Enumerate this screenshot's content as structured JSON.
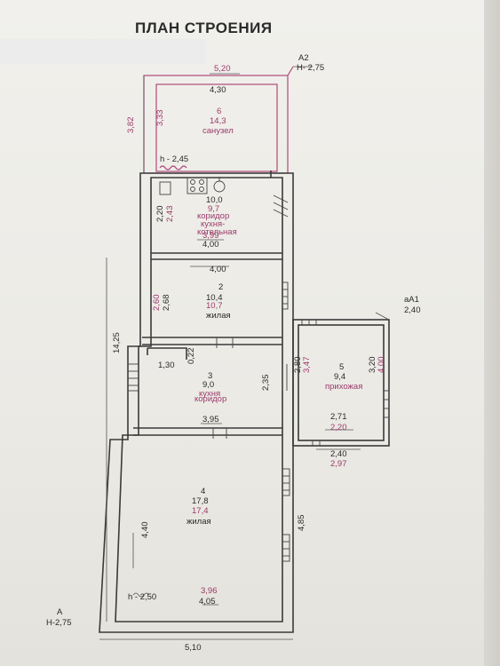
{
  "title": "ПЛАН СТРОЕНИЯ",
  "ref_a2": "А2",
  "ref_a2_h": "Н- 2,75",
  "ref_a1": "аА1",
  "ref_a1_h": "2,40",
  "ref_a": "А",
  "ref_a_h": "Н-2,75",
  "rooms": [
    {
      "num": "6",
      "area": "14,3",
      "name": "санузел"
    },
    {
      "num": "10,0",
      "area": "9,7",
      "name": "коридор",
      "name2": "кухня-",
      "name3": "котельная"
    },
    {
      "num": "2",
      "area": "10,4",
      "area2": "10,7",
      "name": "жилая"
    },
    {
      "num": "3",
      "area": "9,0",
      "name": "кухня",
      "name2": "коридор"
    },
    {
      "num": "5",
      "area": "9,4",
      "name": "прихожая"
    },
    {
      "num": "4",
      "area": "17,8",
      "area2": "17,4",
      "name": "жилая"
    }
  ],
  "dims": {
    "top_outer": "5,20",
    "top_inner": "4,30",
    "left_upper_outer": "3,82",
    "left_upper_inner": "3,33",
    "h_upper": "h - 2,45",
    "r10_w": "3,99",
    "r10_w2": "4,00",
    "r10_h1": "2,20",
    "r10_h2": "2,43",
    "r2_w": "4,00",
    "r2_h1": "2,60",
    "r2_h2": "2,68",
    "left_total": "14,25",
    "r3_small": "1,30",
    "r3_small2": "0,22",
    "r3_w": "3,95",
    "r3_h": "2,35",
    "r5_h1": "2,80",
    "r5_h2": "3,47",
    "r5_right1": "3,20",
    "r5_right2": "4,00",
    "r5_w1": "2,71",
    "r5_w2": "2,20",
    "r5_bot1": "2,40",
    "r5_bot2": "2,97",
    "r4_h": "4,40",
    "r4_right": "4,85",
    "h_lower": "h - 2,50",
    "r4_w1": "3,96",
    "r4_w2": "4,05",
    "bottom_total": "5,10"
  }
}
